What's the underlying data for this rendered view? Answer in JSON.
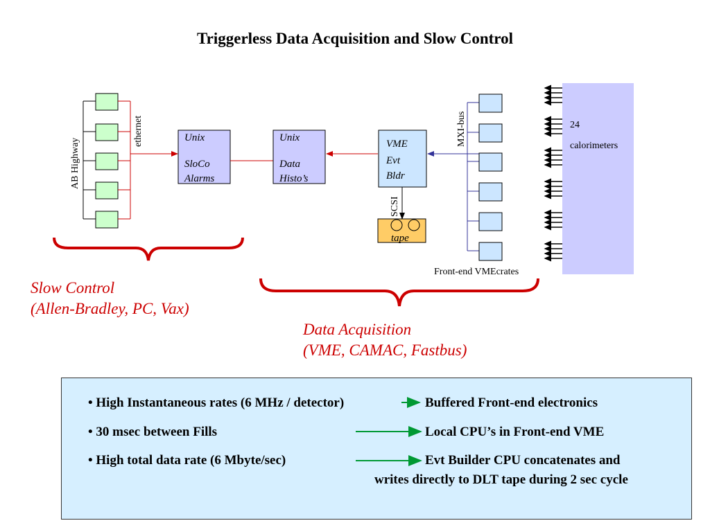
{
  "title": "Triggerless Data Acquisition and Slow Control",
  "slow_control": {
    "ab_highway": "AB Highway",
    "ethernet": "ethernet",
    "unix_sloco": {
      "line1": "Unix",
      "line2": "SloCo",
      "line3": "Alarms"
    },
    "label_line1": "Slow Control",
    "label_line2": "(Allen-Bradley, PC, Vax)"
  },
  "data_acquisition": {
    "unix_data": {
      "line1": "Unix",
      "line2": "Data",
      "line3": "Histo’s"
    },
    "vme_evt": {
      "line1": "VME",
      "line2": "Evt",
      "line3": "Bldr"
    },
    "scsi": "SCSI",
    "tape": "tape",
    "mxi_bus": "MXI-bus",
    "frontend_label": "Front-end VMEcrates",
    "calorimeters_line1": "24",
    "calorimeters_line2": "calorimeters",
    "label_line1": "Data Acquisition",
    "label_line2": "(VME, CAMAC, Fastbus)"
  },
  "info": {
    "bullets": [
      {
        "left": "• High Instantaneous rates (6 MHz / detector)",
        "right": "Buffered Front-end electronics",
        "right2": ""
      },
      {
        "left": "• 30 msec between Fills",
        "right": "Local CPU’s in Front-end VME",
        "right2": ""
      },
      {
        "left": "• High total data rate (6 Mbyte/sec)",
        "right": "Evt Builder CPU concatenates and",
        "right2": "writes directly to DLT tape during 2 sec cycle"
      }
    ]
  },
  "colors": {
    "green_box": "#ccffcc",
    "blue_box": "#cce6ff",
    "unix_box": "#ccccff",
    "vme_box": "#cce6ff",
    "tape_box": "#ffcc66",
    "red": "#cc0000",
    "navy": "#333399",
    "arrow_green": "#009933",
    "calorimeter_panel": "#ccccff",
    "info_bg": "#d6efff"
  }
}
